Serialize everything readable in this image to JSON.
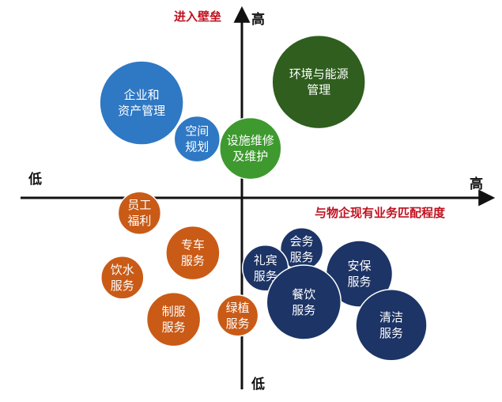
{
  "chart_data": {
    "type": "scatter",
    "title": "",
    "x_axis": {
      "low": "低",
      "high": "高",
      "label": "与物企现有业务匹配程度"
    },
    "y_axis": {
      "low": "低",
      "high": "高",
      "label": "进入壁垒"
    },
    "xlim": [
      -10,
      10
    ],
    "ylim": [
      -10,
      10
    ],
    "grid": false,
    "accent_color": "#c0111f",
    "series": [
      {
        "color": "#2f78c4",
        "points": [
          {
            "lines": [
              "企业和",
              "资产管理"
            ],
            "x": -4.7,
            "y": 5.0,
            "size": 5.3
          },
          {
            "lines": [
              "空间",
              "规划"
            ],
            "x": -2.1,
            "y": 3.1,
            "size": 2.9
          }
        ]
      },
      {
        "color": "#3e9a2f",
        "points": [
          {
            "lines": [
              "设施维修",
              "及维护"
            ],
            "x": 0.4,
            "y": 2.6,
            "size": 3.9
          }
        ]
      },
      {
        "color": "#2f5e1e",
        "points": [
          {
            "lines": [
              "环境与能源",
              "管理"
            ],
            "x": 3.6,
            "y": 6.1,
            "size": 5.9
          }
        ]
      },
      {
        "color": "#c95b17",
        "points": [
          {
            "lines": [
              "员工",
              "福利"
            ],
            "x": -4.8,
            "y": -0.8,
            "size": 2.7
          },
          {
            "lines": [
              "专车",
              "服务"
            ],
            "x": -2.3,
            "y": -2.9,
            "size": 3.4
          },
          {
            "lines": [
              "饮水",
              "服务"
            ],
            "x": -5.6,
            "y": -4.2,
            "size": 2.7
          },
          {
            "lines": [
              "制服",
              "服务"
            ],
            "x": -3.2,
            "y": -6.4,
            "size": 3.4
          },
          {
            "lines": [
              "绿植",
              "服务"
            ],
            "x": -0.2,
            "y": -6.2,
            "size": 2.6
          }
        ]
      },
      {
        "color": "#1d3466",
        "points": [
          {
            "lines": [
              "会务",
              "服务"
            ],
            "x": 2.8,
            "y": -2.7,
            "size": 2.7
          },
          {
            "lines": [
              "礼宾",
              "服务"
            ],
            "x": 1.1,
            "y": -3.7,
            "size": 2.9
          },
          {
            "lines": [
              "安保",
              "服务"
            ],
            "x": 5.5,
            "y": -4.0,
            "size": 4.2
          },
          {
            "lines": [
              "餐饮",
              "服务"
            ],
            "x": 2.9,
            "y": -5.5,
            "size": 4.7
          },
          {
            "lines": [
              "清洁",
              "服务"
            ],
            "x": 7.0,
            "y": -6.7,
            "size": 4.5
          }
        ]
      }
    ]
  }
}
